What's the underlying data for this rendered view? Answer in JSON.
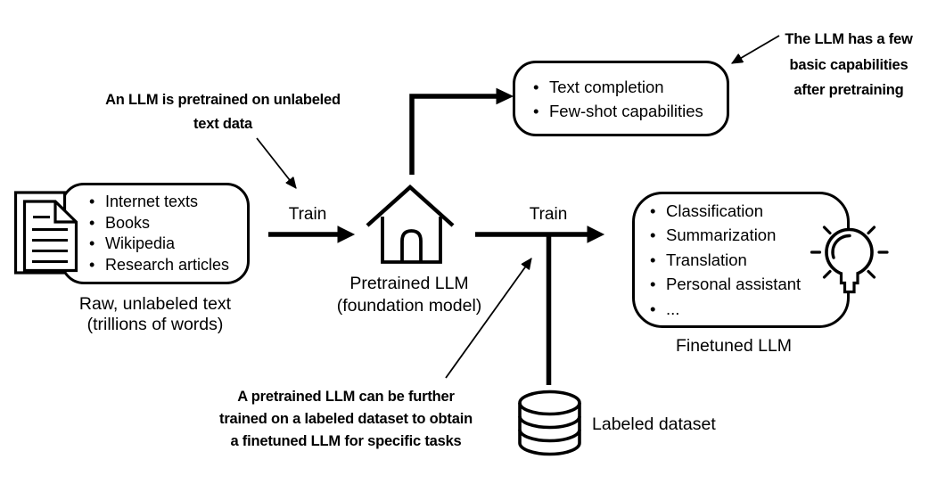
{
  "ui": {
    "bullet": "•"
  },
  "colors": {
    "ink": "#000000",
    "background": "#ffffff"
  },
  "annotations": {
    "pretrain_note": {
      "line1": "An LLM is pretrained on unlabeled",
      "line2": "text data"
    },
    "capabilities_note": {
      "line1": "The LLM has a few",
      "line2": "basic capabilities",
      "line3": "after pretraining"
    },
    "finetune_note": {
      "line1": "A pretrained LLM can be further",
      "line2": "trained on a labeled dataset to obtain",
      "line3": "a finetuned LLM for specific tasks"
    }
  },
  "boxes": {
    "raw_text": {
      "items": [
        "Internet texts",
        "Books",
        "Wikipedia",
        "Research articles"
      ],
      "caption_line1": "Raw, unlabeled text",
      "caption_line2": "(trillions of words)"
    },
    "pretrained_caps": {
      "items": [
        "Text completion",
        "Few-shot capabilities"
      ]
    },
    "finetuned_caps": {
      "items": [
        "Classification",
        "Summarization",
        "Translation",
        "Personal assistant",
        "..."
      ],
      "caption": "Finetuned LLM"
    }
  },
  "labels": {
    "train1": "Train",
    "train2": "Train",
    "pretrained_llm_line1": "Pretrained LLM",
    "pretrained_llm_line2": "(foundation model)",
    "labeled_dataset": "Labeled dataset"
  },
  "icons": {
    "documents": "documents-icon",
    "house": "house-icon",
    "database": "database-icon",
    "lightbulb": "lightbulb-icon"
  }
}
